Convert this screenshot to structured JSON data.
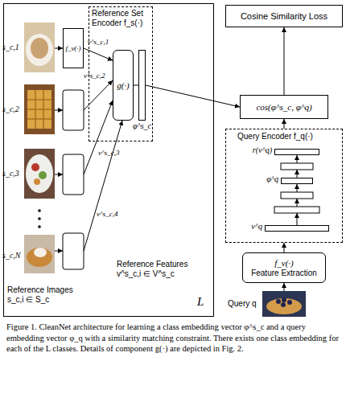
{
  "diagram": {
    "caption": "Figure 1. CleanNet architecture for learning a class embedding vector φ^s_c and a query embedding vector φ_q with a similarity matching constraint. There exists one class embedding for each of the L classes. Details of component g(·) are depicted in Fig. 2.",
    "nodes": [
      {
        "text": [
          "Reference Images s_c,i ∈ S_c",
          "Reference Features v^s_c,i ∈ V^s_c",
          "L"
        ]
      },
      {
        "text": [
          "f_v(·)"
        ],
        "in": 0
      },
      {
        "text": [
          "Reference Set Encoder f_s(·)"
        ],
        "in": 0
      },
      {
        "text": [
          "g(·)"
        ],
        "in": 2
      },
      {
        "text": [
          "φ^s_c"
        ],
        "in": 2
      },
      {
        "text": [
          "Cosine Similarity Loss"
        ]
      },
      {
        "text": [
          "cos(φ^s_c, φ^q)"
        ]
      },
      {
        "text": [
          "Query Encoder f_q(·)"
        ]
      },
      {
        "text": [
          "r(v^q)"
        ],
        "in": 7
      },
      {
        "text": [
          "φ^q"
        ],
        "in": 7
      },
      {
        "text": [
          "v^q"
        ],
        "in": 7
      },
      {
        "text": [
          "f_v(·)",
          "Feature Extraction"
        ]
      }
    ],
    "edges": [
      {
        "from": 1,
        "to": 3,
        "label": "v^s_c,1",
        "arrow": "to"
      },
      {
        "from": 3,
        "to": 4,
        "arrow": "none"
      },
      {
        "from": 4,
        "to": 6,
        "arrow": "to"
      },
      {
        "from": 6,
        "to": 5,
        "arrow": "to"
      },
      {
        "from": 7,
        "to": 6,
        "arrow": "to"
      },
      {
        "from": 11,
        "to": 7,
        "arrow": "to"
      }
    ],
    "labels": [
      "s_c,1",
      "s_c,2",
      "s_c,3",
      "s_c,N",
      "v^s_c,2",
      "v^s_c,3",
      "v^s_c,4",
      "Query q"
    ]
  }
}
